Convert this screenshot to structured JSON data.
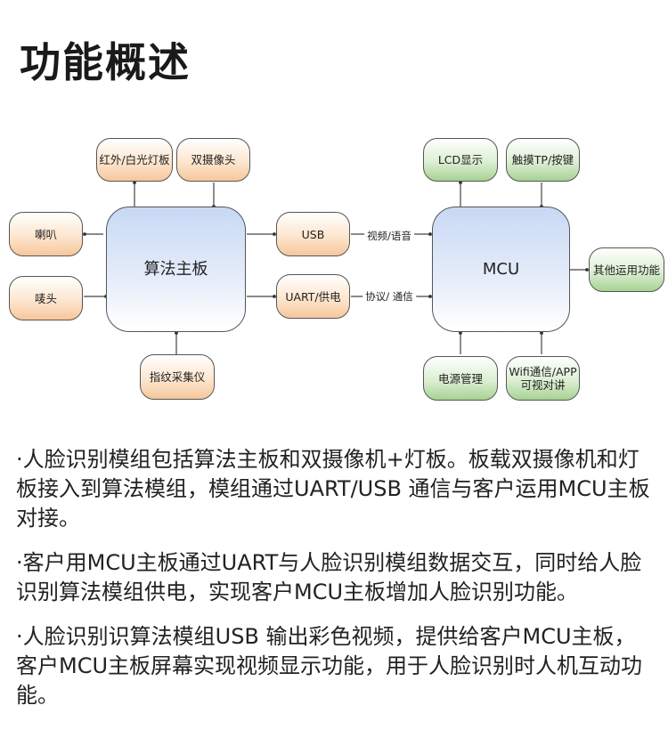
{
  "title": "功能概述",
  "diagram": {
    "left_hub": "算法主板",
    "right_hub": "MCU",
    "left_nodes": {
      "ir_light_board": "红外/白光灯板",
      "dual_camera": "双摄像头",
      "speaker": "喇叭",
      "microphone": "唛头",
      "fingerprint": "指纹采集仪",
      "usb": "USB",
      "uart_power": "UART/供电"
    },
    "links": {
      "video_audio": "视频/语音",
      "protocol_comm": "协议/ 通信"
    },
    "right_nodes": {
      "lcd": "LCD显示",
      "touch": "触摸TP/按键",
      "other": "其他运用功能",
      "power": "电源管理",
      "wifi_line1": "Wifi通信/APP",
      "wifi_line2": "可视对讲"
    },
    "colors": {
      "orange": "#f6c79c",
      "green": "#a7d293",
      "blue": "#c8d8f4"
    }
  },
  "paragraphs": [
    "·人脸识别模组包括算法主板和双摄像机+灯板。板载双摄像机和灯板接入到算法模组，模组通过UART/USB 通信与客户运用MCU主板对接。",
    "·客户用MCU主板通过UART与人脸识别模组数据交互，同时给人脸识别算法模组供电，实现客户MCU主板增加人脸识别功能。",
    "·人脸识别识算法模组USB 输出彩色视频，提供给客户MCU主板，客户MCU主板屏幕实现视频显示功能，用于人脸识别时人机互动功能。"
  ]
}
